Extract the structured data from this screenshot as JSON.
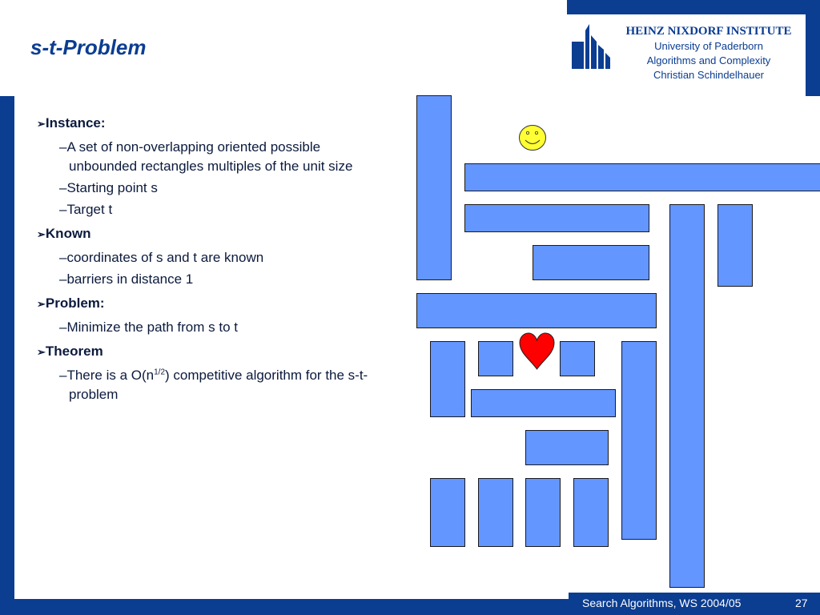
{
  "slide": {
    "title": "s-t-Problem",
    "institute": {
      "name": "HEINZ NIXDORF INSTITUTE",
      "university": "University of Paderborn",
      "group": "Algorithms and Complexity",
      "author": "Christian Schindelhauer"
    },
    "bullets": [
      {
        "label": "Instance:",
        "items": [
          "A set of non-overlapping oriented possible unbounded rectangles multiples of the unit size",
          "Starting point s",
          "Target t"
        ]
      },
      {
        "label": "Known",
        "items": [
          "coordinates of s and t are known",
          "barriers in distance 1"
        ]
      },
      {
        "label": "Problem:",
        "items": [
          "Minimize the path from s to t"
        ]
      },
      {
        "label": "Theorem",
        "items_theorem": {
          "before": "There is a O(n",
          "sup": "1/2",
          "after": ") competitive algorithm for the s-t-problem"
        }
      }
    ],
    "footer": {
      "course": "Search Algorithms, WS 2004/05",
      "page": "27"
    },
    "colors": {
      "frame": "#0b3d91",
      "barrier": "#6496ff",
      "start_marker": "#ffff33",
      "target_marker": "#ff0000"
    },
    "markers": {
      "start": "smiley-face-icon",
      "target": "heart-icon"
    }
  }
}
